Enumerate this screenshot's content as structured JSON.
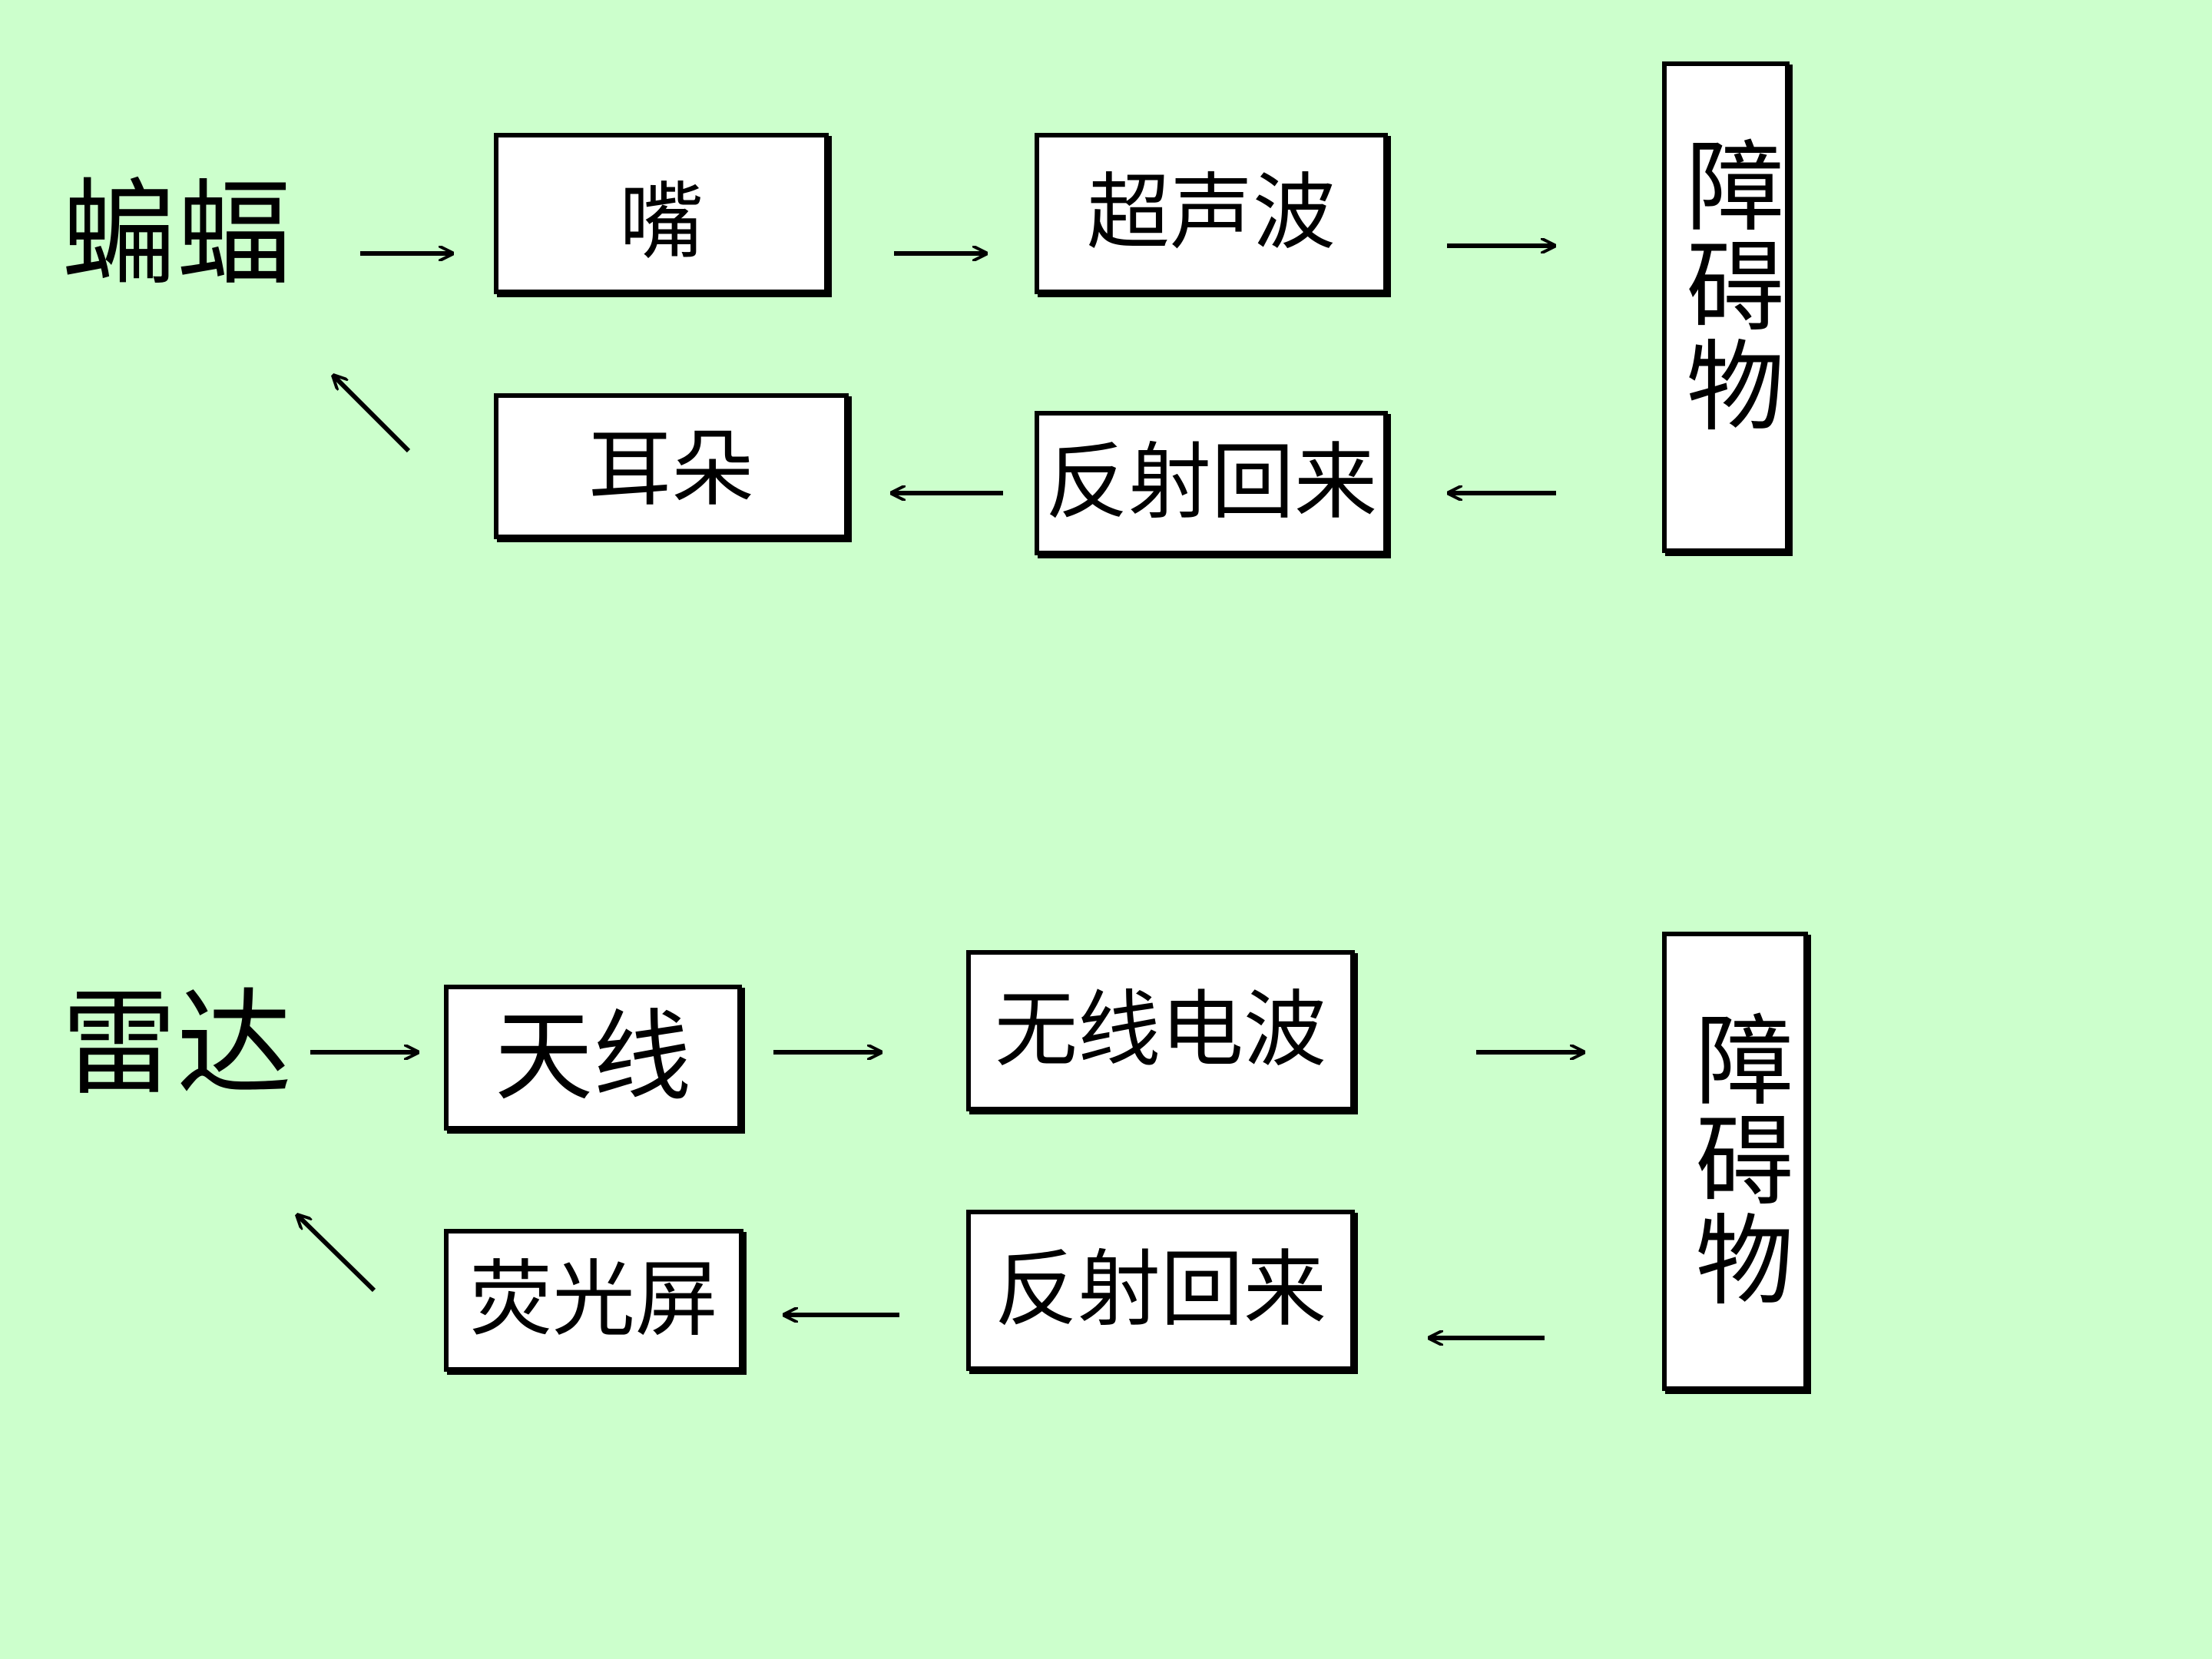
{
  "bat": {
    "subject": "蝙蝠",
    "emitter": "嘴",
    "wave": "超声波",
    "obstacle": "障碍物",
    "reflect": "反射回来",
    "receiver": "耳朵"
  },
  "radar": {
    "subject": "雷达",
    "emitter": "天线",
    "wave": "无线电波",
    "obstacle": "障碍物",
    "reflect": "反射回来",
    "receiver": "荧光屏"
  }
}
